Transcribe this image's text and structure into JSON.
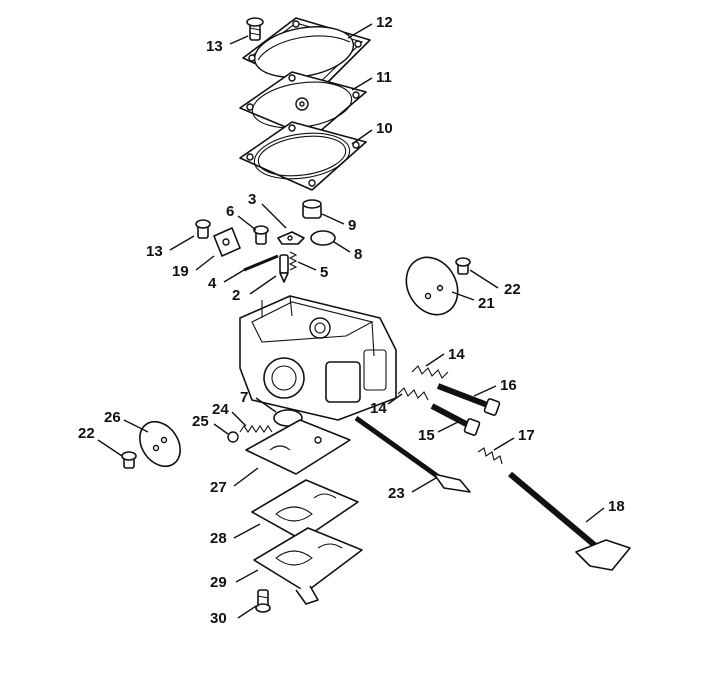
{
  "callouts": [
    {
      "id": "c12",
      "text": "12"
    },
    {
      "id": "c13a",
      "text": "13"
    },
    {
      "id": "c11",
      "text": "11"
    },
    {
      "id": "c10",
      "text": "10"
    },
    {
      "id": "c3",
      "text": "3"
    },
    {
      "id": "c9",
      "text": "9"
    },
    {
      "id": "c6",
      "text": "6"
    },
    {
      "id": "c8",
      "text": "8"
    },
    {
      "id": "c13b",
      "text": "13"
    },
    {
      "id": "c19",
      "text": "19"
    },
    {
      "id": "c5",
      "text": "5"
    },
    {
      "id": "c4",
      "text": "4"
    },
    {
      "id": "c2",
      "text": "2"
    },
    {
      "id": "c22a",
      "text": "22"
    },
    {
      "id": "c21",
      "text": "21"
    },
    {
      "id": "c14a",
      "text": "14"
    },
    {
      "id": "c16",
      "text": "16"
    },
    {
      "id": "c7",
      "text": "7"
    },
    {
      "id": "c14b",
      "text": "14"
    },
    {
      "id": "c24",
      "text": "24"
    },
    {
      "id": "c26",
      "text": "26"
    },
    {
      "id": "c25",
      "text": "25"
    },
    {
      "id": "c15",
      "text": "15"
    },
    {
      "id": "c17",
      "text": "17"
    },
    {
      "id": "c22b",
      "text": "22"
    },
    {
      "id": "c27",
      "text": "27"
    },
    {
      "id": "c23",
      "text": "23"
    },
    {
      "id": "c18",
      "text": "18"
    },
    {
      "id": "c28",
      "text": "28"
    },
    {
      "id": "c29",
      "text": "29"
    },
    {
      "id": "c30",
      "text": "30"
    }
  ]
}
